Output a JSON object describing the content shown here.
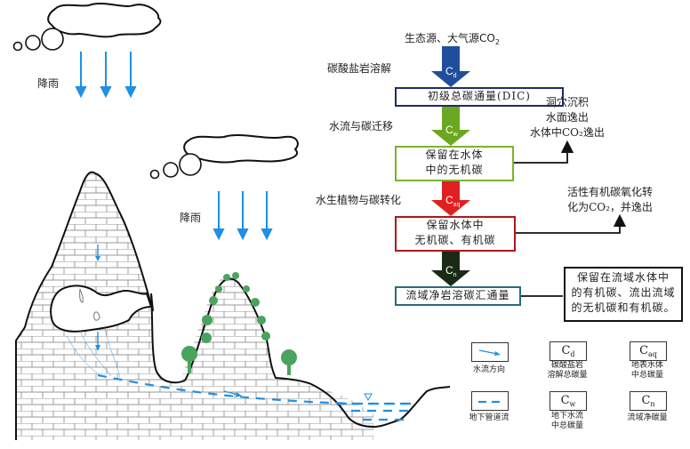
{
  "rain_label_1": "降雨",
  "rain_label_2": "降雨",
  "source": {
    "text": "生态源、大气源CO",
    "subscript": "2"
  },
  "process_labels": [
    {
      "text": "碳酸盐岩溶解",
      "color": "#1f4f9c"
    },
    {
      "text": "水流与碳迁移",
      "color": "#7ab32e"
    },
    {
      "text": "水生植物与碳转化",
      "color": "#e02020"
    }
  ],
  "arrows": [
    {
      "symbol": "C",
      "subscript": "d",
      "color": "#1f4f9c"
    },
    {
      "symbol": "C",
      "subscript": "w",
      "color": "#6aa820"
    },
    {
      "symbol": "C",
      "subscript": "aq",
      "color": "#e02020"
    },
    {
      "symbol": "C",
      "subscript": "n",
      "color": "#1a2a14"
    }
  ],
  "boxes": [
    {
      "lines": [
        "初级总碳通量(DIC)"
      ],
      "border_color": "#1f2a6a"
    },
    {
      "lines": [
        "保留在水体",
        "中的无机碳"
      ],
      "border_color": "#7ab32e"
    },
    {
      "lines": [
        "保留水体中",
        "无机碳、有机碳"
      ],
      "border_color": "#b01818"
    },
    {
      "lines": [
        "流域净岩溶碳汇通量"
      ],
      "border_color": "#2a6a7a"
    }
  ],
  "side_notes": [
    {
      "lines": [
        "洞穴沉积",
        "水面逸出",
        "水体中CO₂逸出"
      ]
    },
    {
      "lines": [
        "活性有机碳氧化转",
        "化为CO₂，并逸出"
      ]
    },
    {
      "lines": [
        "保留在流域水体中",
        "的有机碳、流出流域",
        "的无机碳和有机碳。"
      ]
    }
  ],
  "legend": [
    {
      "icon": "water-flow-arrow-icon",
      "caption": [
        "水流方向"
      ]
    },
    {
      "symbol": "C",
      "subscript": "d",
      "caption": [
        "碳酸盐岩",
        "溶解总碳量"
      ]
    },
    {
      "symbol": "C",
      "subscript": "aq",
      "caption": [
        "地表水体",
        "中总碳量"
      ]
    },
    {
      "icon": "conduit-flow-dash-icon",
      "caption": [
        "地下管道流"
      ]
    },
    {
      "symbol": "C",
      "subscript": "w",
      "caption": [
        "地下水流",
        "中总碳量"
      ]
    },
    {
      "symbol": "C",
      "subscript": "n",
      "caption": [
        "流域净碳量"
      ]
    }
  ],
  "colors": {
    "water": "#1e90e6",
    "vegetation": "#4aa35e",
    "rock_line": "#111111"
  }
}
